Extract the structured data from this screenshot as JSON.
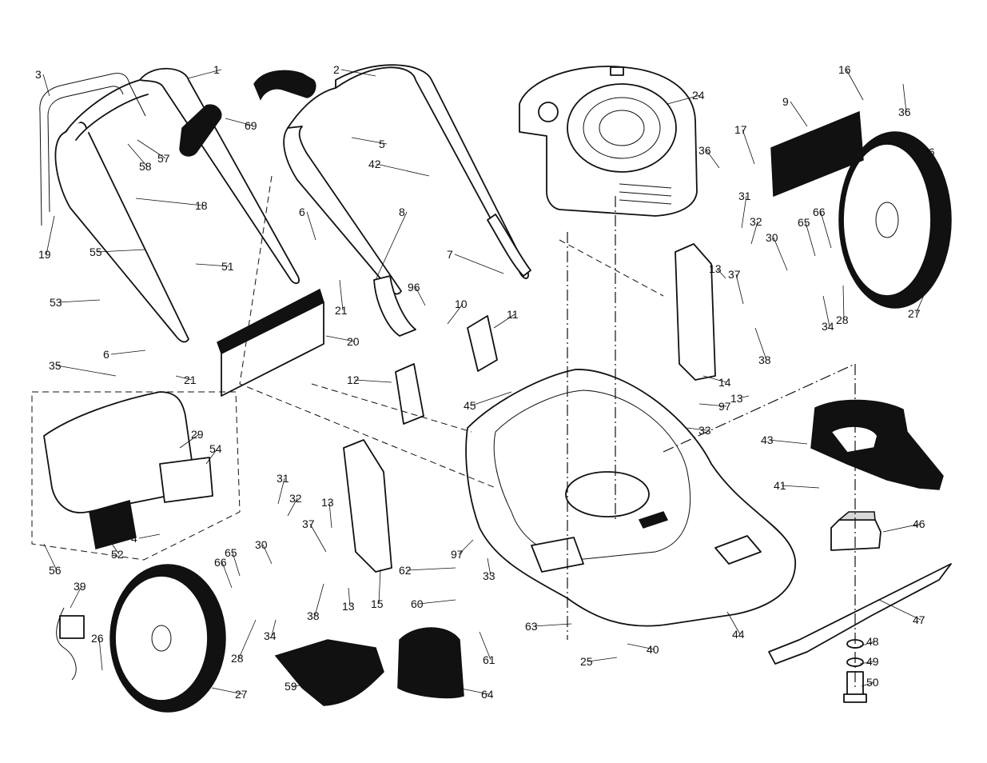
{
  "diagram": {
    "callouts": [
      {
        "label": "1"
      },
      {
        "label": "2"
      },
      {
        "label": "3"
      },
      {
        "label": "5"
      },
      {
        "label": "6"
      },
      {
        "label": "6"
      },
      {
        "label": "7"
      },
      {
        "label": "8"
      },
      {
        "label": "9"
      },
      {
        "label": "10"
      },
      {
        "label": "11"
      },
      {
        "label": "12"
      },
      {
        "label": "13"
      },
      {
        "label": "13"
      },
      {
        "label": "13"
      },
      {
        "label": "13"
      },
      {
        "label": "14"
      },
      {
        "label": "15"
      },
      {
        "label": "16"
      },
      {
        "label": "17"
      },
      {
        "label": "18"
      },
      {
        "label": "19"
      },
      {
        "label": "20"
      },
      {
        "label": "21"
      },
      {
        "label": "21"
      },
      {
        "label": "24"
      },
      {
        "label": "25"
      },
      {
        "label": "26"
      },
      {
        "label": "26"
      },
      {
        "label": "27"
      },
      {
        "label": "27"
      },
      {
        "label": "28"
      },
      {
        "label": "28"
      },
      {
        "label": "29"
      },
      {
        "label": "30"
      },
      {
        "label": "30"
      },
      {
        "label": "31"
      },
      {
        "label": "31"
      },
      {
        "label": "32"
      },
      {
        "label": "32"
      },
      {
        "label": "33"
      },
      {
        "label": "33"
      },
      {
        "label": "34"
      },
      {
        "label": "34"
      },
      {
        "label": "35"
      },
      {
        "label": "36"
      },
      {
        "label": "36"
      },
      {
        "label": "37"
      },
      {
        "label": "37"
      },
      {
        "label": "38"
      },
      {
        "label": "38"
      },
      {
        "label": "39"
      },
      {
        "label": "40"
      },
      {
        "label": "41"
      },
      {
        "label": "42"
      },
      {
        "label": "43"
      },
      {
        "label": "44"
      },
      {
        "label": "45"
      },
      {
        "label": "46"
      },
      {
        "label": "47"
      },
      {
        "label": "48"
      },
      {
        "label": "49"
      },
      {
        "label": "50"
      },
      {
        "label": "51"
      },
      {
        "label": "52"
      },
      {
        "label": "53"
      },
      {
        "label": "54"
      },
      {
        "label": "55"
      },
      {
        "label": "56"
      },
      {
        "label": "57"
      },
      {
        "label": "58"
      },
      {
        "label": "59"
      },
      {
        "label": "60"
      },
      {
        "label": "61"
      },
      {
        "label": "62"
      },
      {
        "label": "63"
      },
      {
        "label": "64"
      },
      {
        "label": "65"
      },
      {
        "label": "65"
      },
      {
        "label": "66"
      },
      {
        "label": "66"
      },
      {
        "label": "69"
      },
      {
        "label": "96"
      },
      {
        "label": "97"
      },
      {
        "label": "97"
      },
      {
        "label": "4"
      }
    ]
  }
}
